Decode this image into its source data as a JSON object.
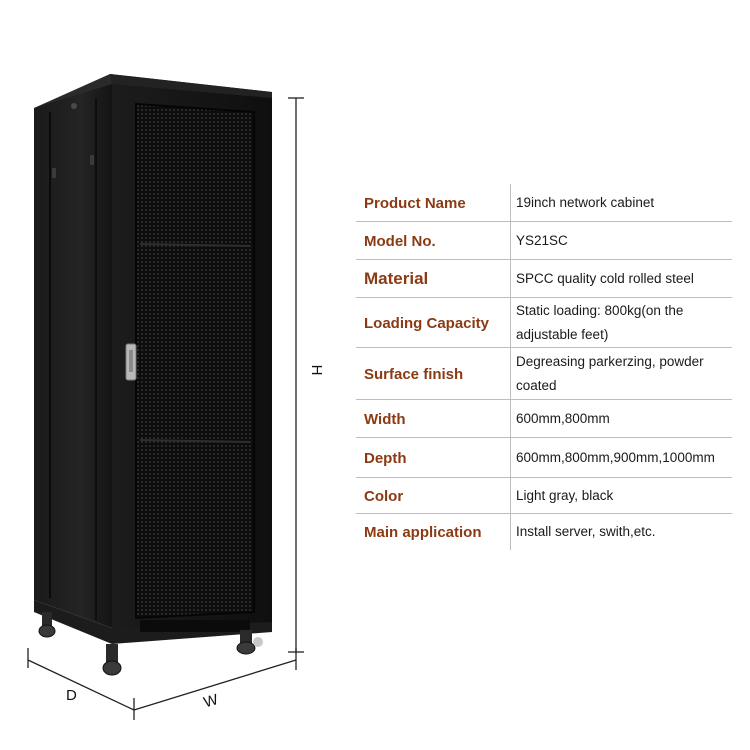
{
  "dimensions": {
    "height_label": "H",
    "width_label": "W",
    "depth_label": "D"
  },
  "specs": [
    {
      "label": "Product Name",
      "value": "19inch network cabinet"
    },
    {
      "label": "Model No.",
      "value": "YS21SC"
    },
    {
      "label": "Material",
      "value": "SPCC quality cold rolled steel"
    },
    {
      "label": "Loading Capacity",
      "value": "Static loading: 800kg(on the adjustable feet)"
    },
    {
      "label": "Surface finish",
      "value": "Degreasing  parkerzing, powder coated"
    },
    {
      "label": "Width",
      "value": "600mm,800mm"
    },
    {
      "label": "Depth",
      "value": "600mm,800mm,900mm,1000mm"
    },
    {
      "label": "Color",
      "value": "Light gray, black"
    },
    {
      "label": "Main application",
      "value": "Install server, swith,etc."
    }
  ],
  "colors": {
    "label_text": "#8b3a14",
    "cabinet_body": "#161616",
    "divider": "#bdbdbd"
  }
}
